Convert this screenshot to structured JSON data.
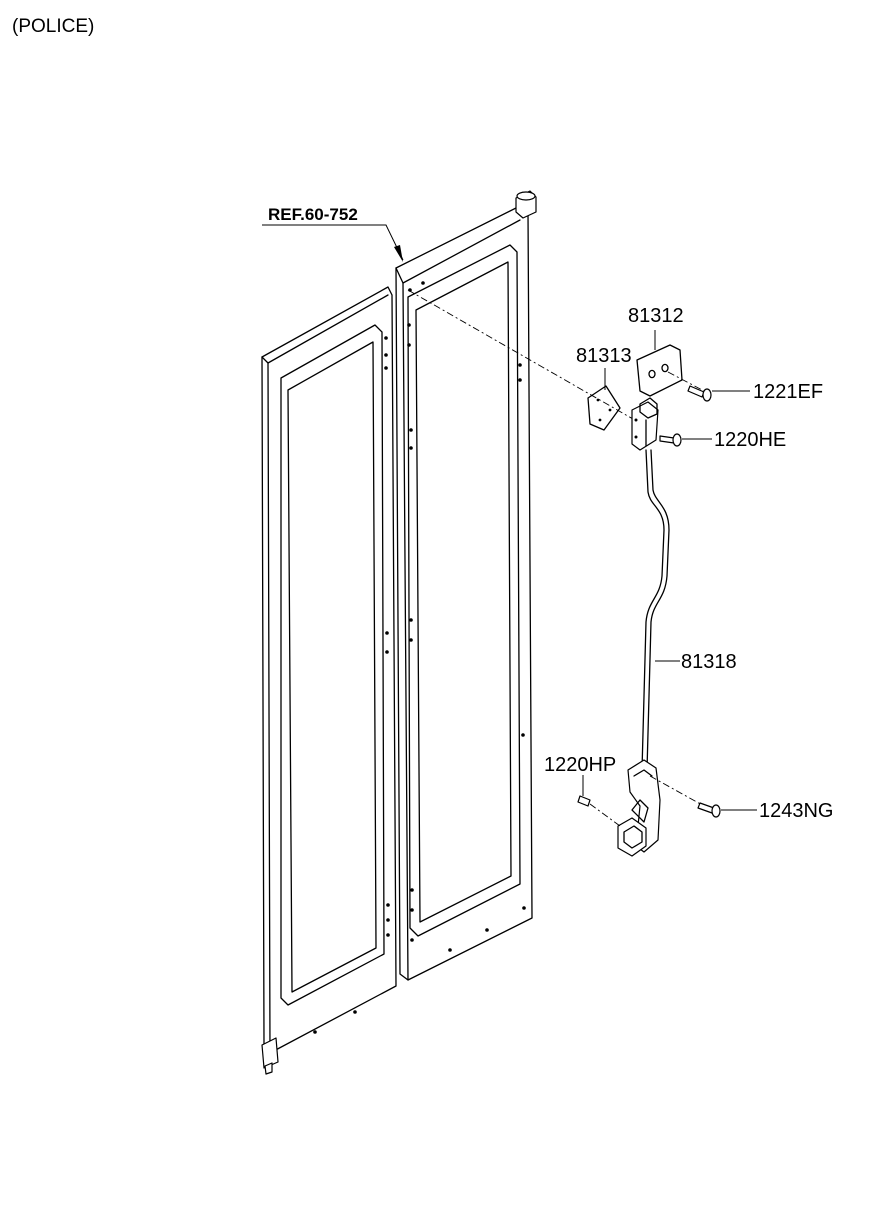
{
  "page": {
    "caption": "(POLICE)"
  },
  "callouts": {
    "ref_label": "REF.60-752",
    "p81312": "81312",
    "p81313": "81313",
    "p1221EF": "1221EF",
    "p1220HE": "1220HE",
    "p81318": "81318",
    "p1220HP": "1220HP",
    "p1243NG": "1243NG"
  }
}
